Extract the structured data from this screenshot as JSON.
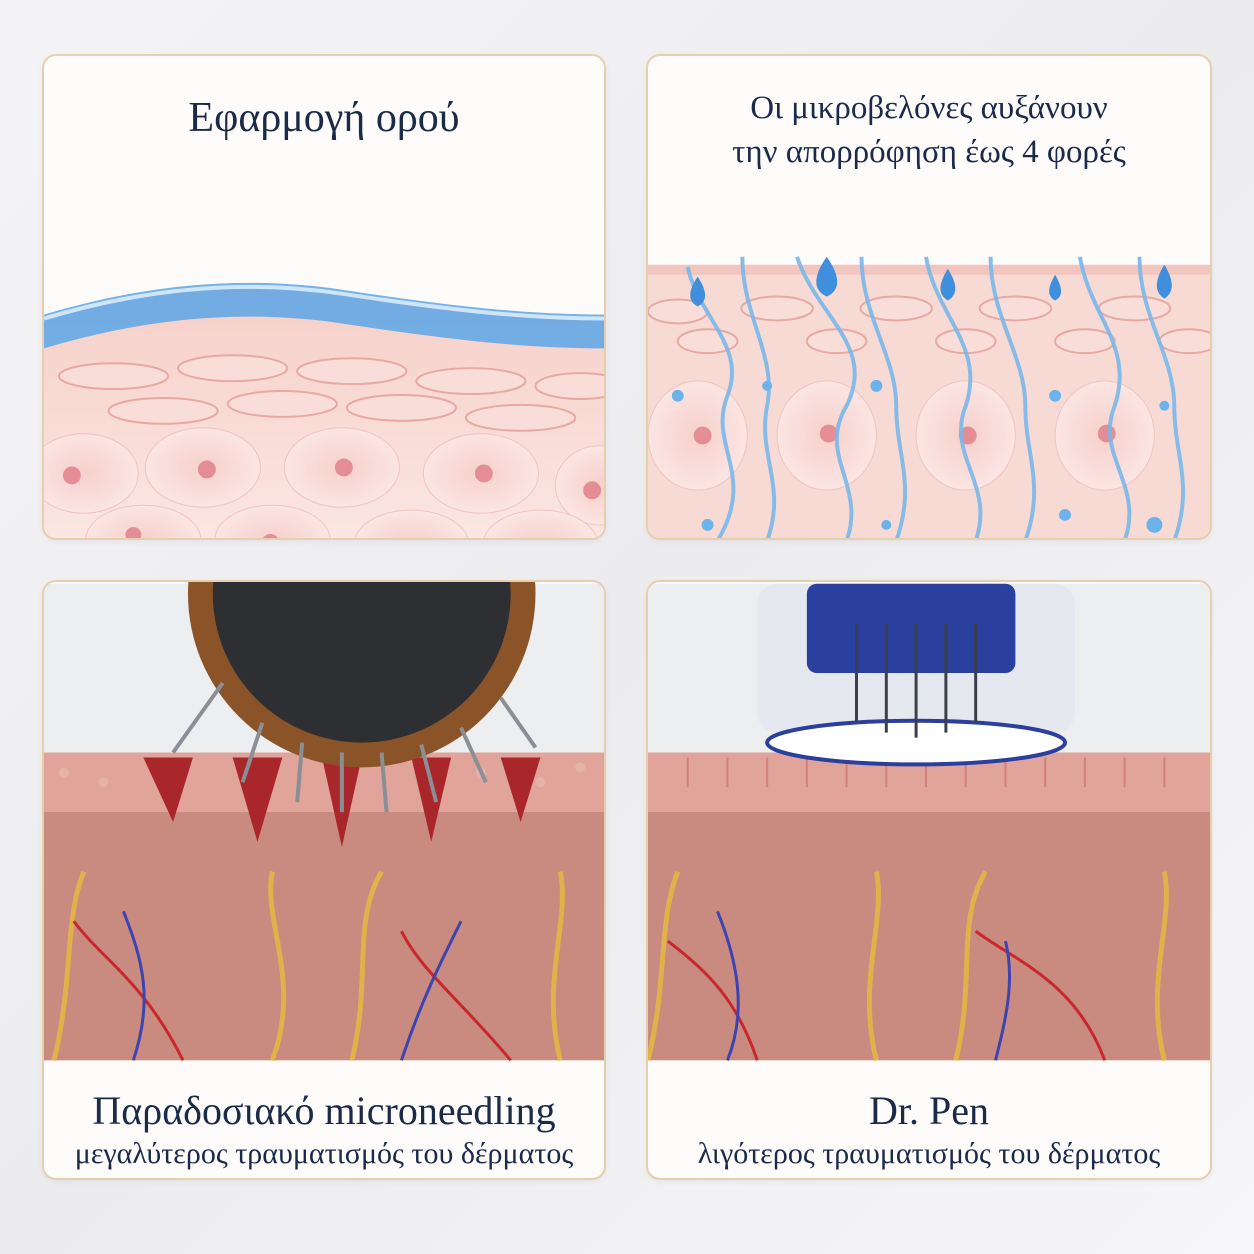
{
  "panels": {
    "serum": {
      "title": "Εφαρμογή ορού"
    },
    "absorption": {
      "title_line1": "Οι μικροβελόνες αυξάνουν",
      "title_line2": "την απορρόφηση έως 4 φορές"
    },
    "traditional": {
      "caption": "Παραδοσιακό microneedling",
      "subcaption": "μεγαλύτερος τραυματισμός του δέρματος"
    },
    "drpen": {
      "caption": "Dr. Pen",
      "subcaption": "λιγότερος τραυματισμός του δέρματος"
    }
  },
  "colors": {
    "title_text": "#1c2a4a",
    "panel_border": "#e6cfae",
    "skin_pink": "#f7d5d0",
    "serum_blue": "#4f9be0",
    "dermis": "#c98a80"
  }
}
